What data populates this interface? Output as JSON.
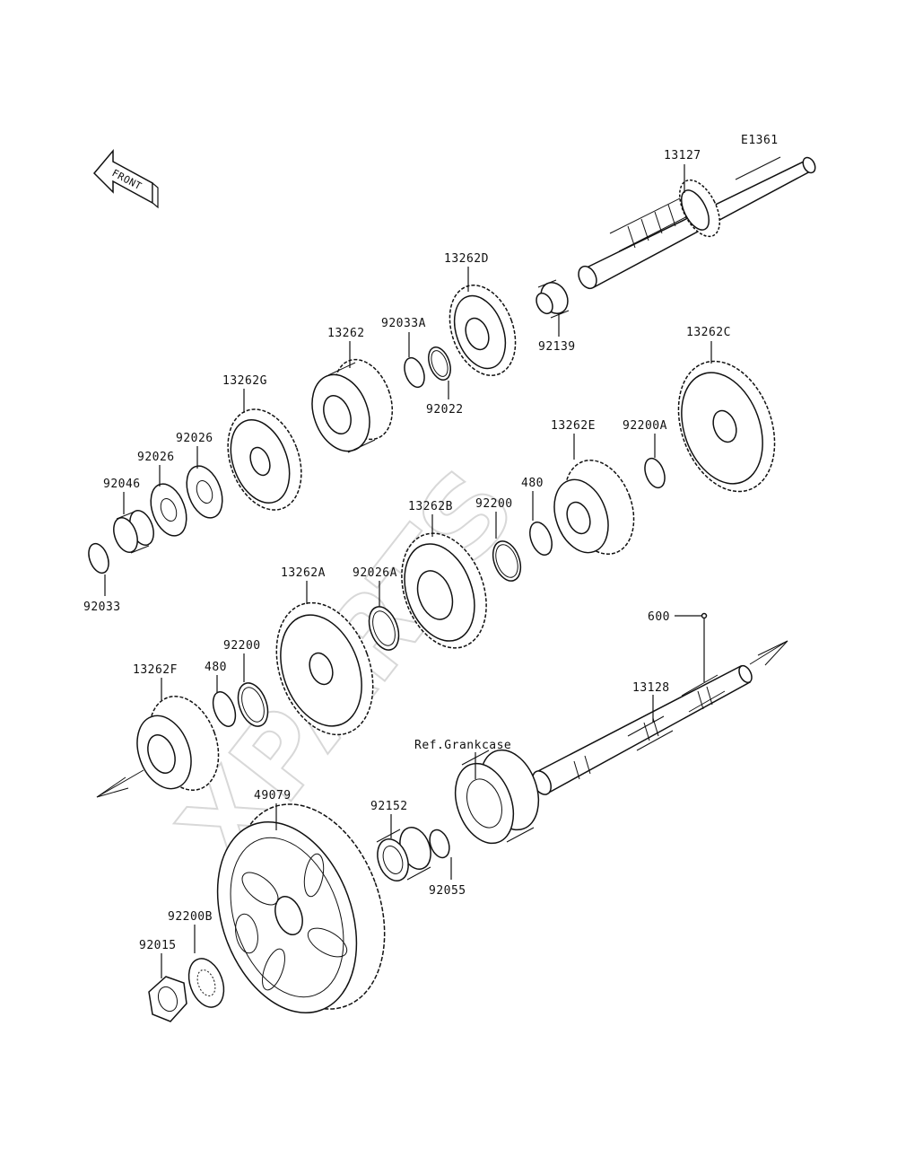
{
  "diagram_code": "E1361",
  "front_label": "FRONT",
  "watermark": "XPARTS",
  "labels": {
    "p13127": "13127",
    "p13262D": "13262D",
    "p92033A": "92033A",
    "p13262": "13262",
    "p92139": "92139",
    "p92022": "92022",
    "p13262G": "13262G",
    "p13262C": "13262C",
    "p92026_a": "92026",
    "p92026_b": "92026",
    "p92046": "92046",
    "p13262E": "13262E",
    "p92200A": "92200A",
    "p92200_a": "92200",
    "p480_a": "480",
    "p13262B": "13262B",
    "p92033": "92033",
    "p13262A": "13262A",
    "p92026A": "92026A",
    "p600": "600",
    "p92200_b": "92200",
    "p480_b": "480",
    "p13262F": "13262F",
    "p13128": "13128",
    "ref_crankcase": "Ref.Grankcase",
    "p49079": "49079",
    "p92152": "92152",
    "p92200B": "92200B",
    "p92015": "92015",
    "p92055": "92055"
  }
}
